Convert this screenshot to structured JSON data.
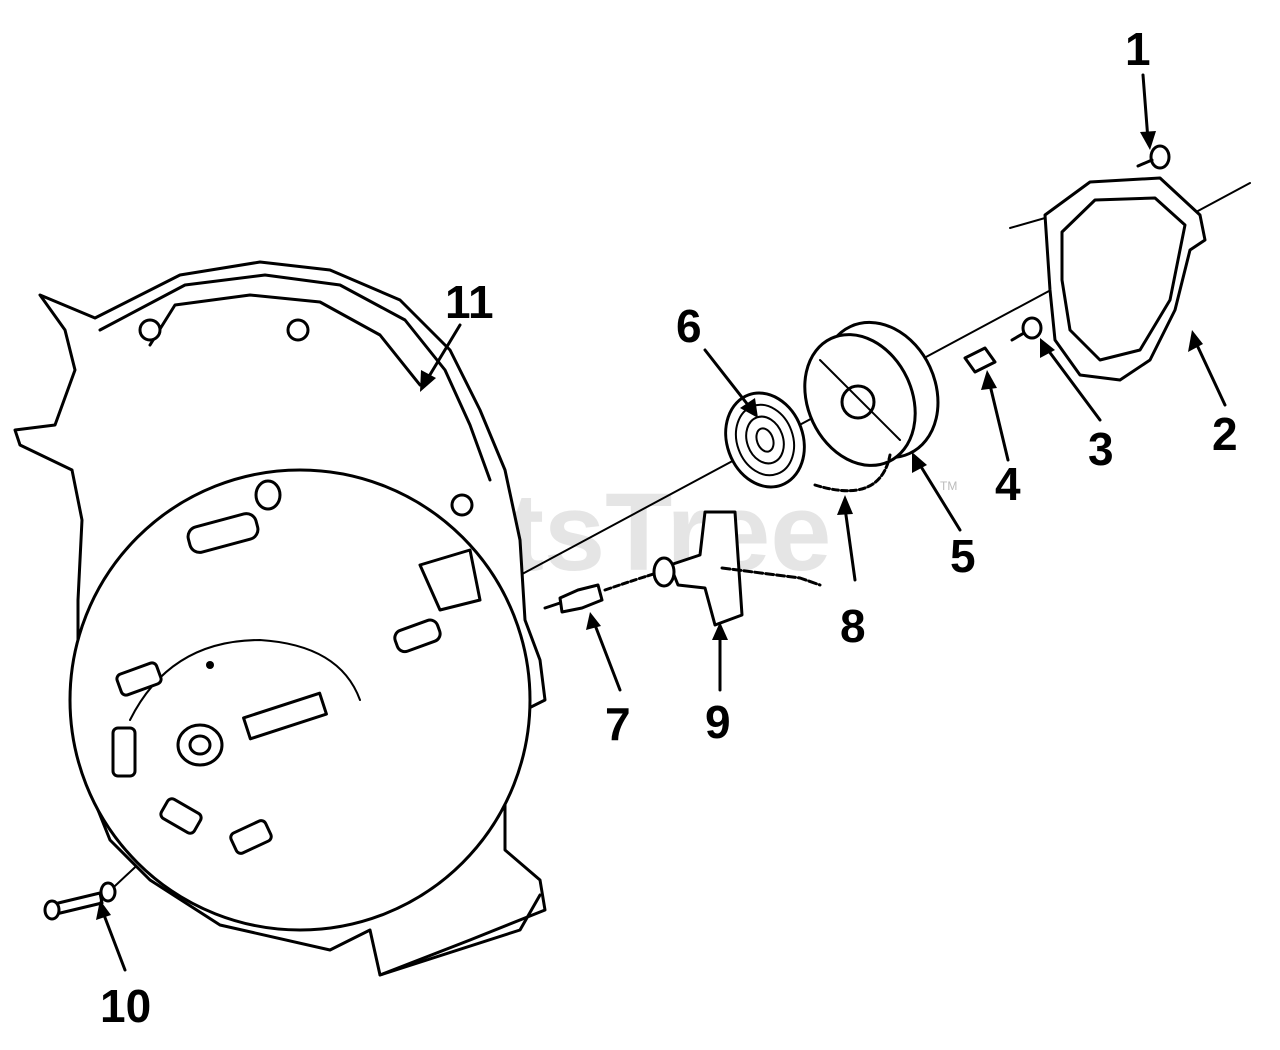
{
  "watermark": {
    "text": "PartsTree",
    "tm": "TM"
  },
  "callouts": [
    {
      "id": "1",
      "label": "1"
    },
    {
      "id": "2",
      "label": "2"
    },
    {
      "id": "3",
      "label": "3"
    },
    {
      "id": "4",
      "label": "4"
    },
    {
      "id": "5",
      "label": "5"
    },
    {
      "id": "6",
      "label": "6"
    },
    {
      "id": "7",
      "label": "7"
    },
    {
      "id": "8",
      "label": "8"
    },
    {
      "id": "9",
      "label": "9"
    },
    {
      "id": "10",
      "label": "10"
    },
    {
      "id": "11",
      "label": "11"
    }
  ],
  "colors": {
    "line": "#000000",
    "background": "#ffffff",
    "watermark": "#d0d0d0"
  }
}
